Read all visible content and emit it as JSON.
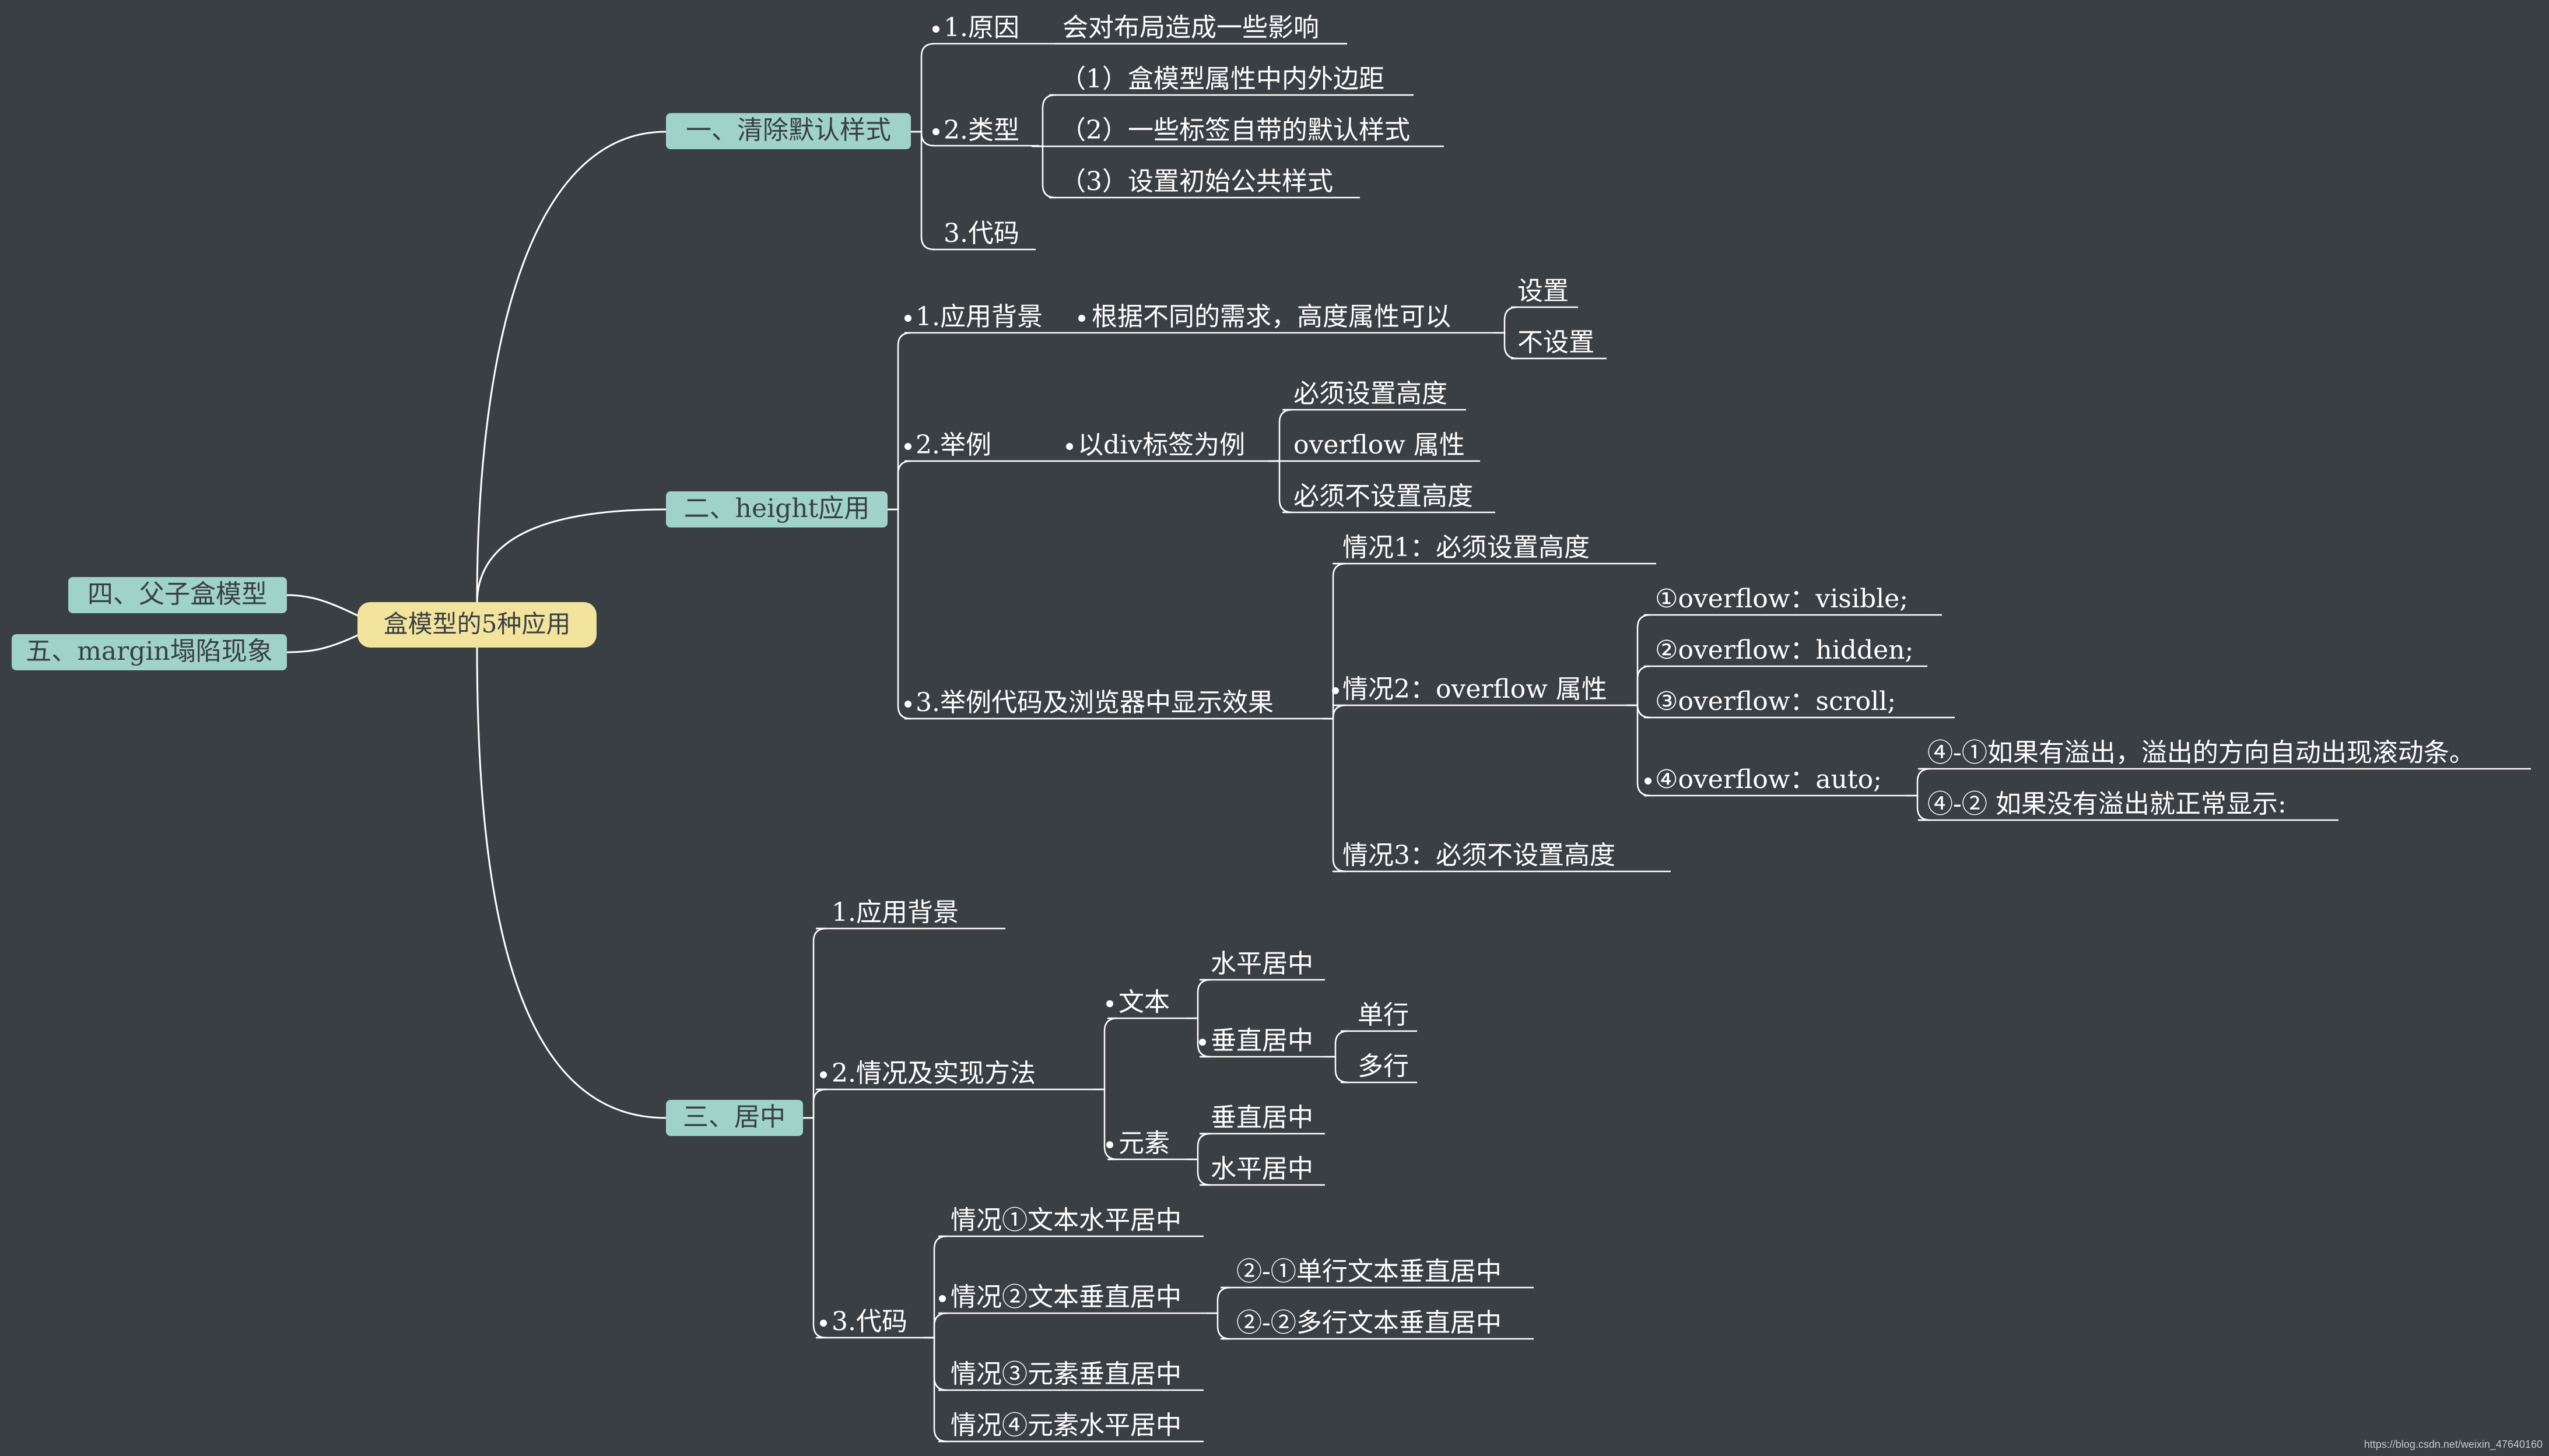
{
  "center": "盒模型的5种应用",
  "left": {
    "n4": "四、父子盒模型",
    "n5": "五、margin塌陷现象"
  },
  "b1": {
    "label": "一、清除默认样式",
    "reason": "1.原因",
    "reason_detail": "会对布局造成一些影响",
    "type": "2.类型",
    "types": [
      "（1）盒模型属性中内外边距",
      "（2）一些标签自带的默认样式",
      "（3）设置初始公共样式"
    ],
    "code": "3.代码"
  },
  "b2": {
    "label": "二、height应用",
    "bg": "1.应用背景",
    "bg_detail": "根据不同的需求，高度属性可以",
    "bg_options": [
      "设置",
      "不设置"
    ],
    "example": "2.举例",
    "example_detail": "以div标签为例",
    "example_items": [
      "必须设置高度",
      "overflow 属性",
      "必须不设置高度"
    ],
    "code": "3.举例代码及浏览器中显示效果",
    "case1": "情况1：必须设置高度",
    "case2": "情况2：overflow 属性",
    "overflow": [
      "①overflow：visible;",
      "②overflow：hidden;",
      "③overflow：scroll;"
    ],
    "auto": "④overflow：auto;",
    "auto_items": [
      "④-①如果有溢出，溢出的方向自动出现滚动条。",
      "④-② 如果没有溢出就正常显示:"
    ],
    "case3": "情况3：必须不设置高度"
  },
  "b3": {
    "label": "三、居中",
    "bg": "1.应用背景",
    "methods": "2.情况及实现方法",
    "text": "文本",
    "h_center": "水平居中",
    "v_center": "垂直居中",
    "single": "单行",
    "multi": "多行",
    "element": "元素",
    "el_v": "垂直居中",
    "el_h": "水平居中",
    "code": "3.代码",
    "c1": "情况①文本水平居中",
    "c2": "情况②文本垂直居中",
    "c2_items": [
      "②-①单行文本垂直居中",
      "②-②多行文本垂直居中"
    ],
    "c3": "情况③元素垂直居中",
    "c4": "情况④元素水平居中"
  },
  "watermark": "https://blog.csdn.net/weixin_47640160",
  "colors": {
    "background": "#3a3f44",
    "line": "#ffffff",
    "center_fill": "#f3e49d",
    "branch_fill": "#9fd3ca",
    "text": "#ffffff",
    "branch_text": "#3a3f44"
  }
}
